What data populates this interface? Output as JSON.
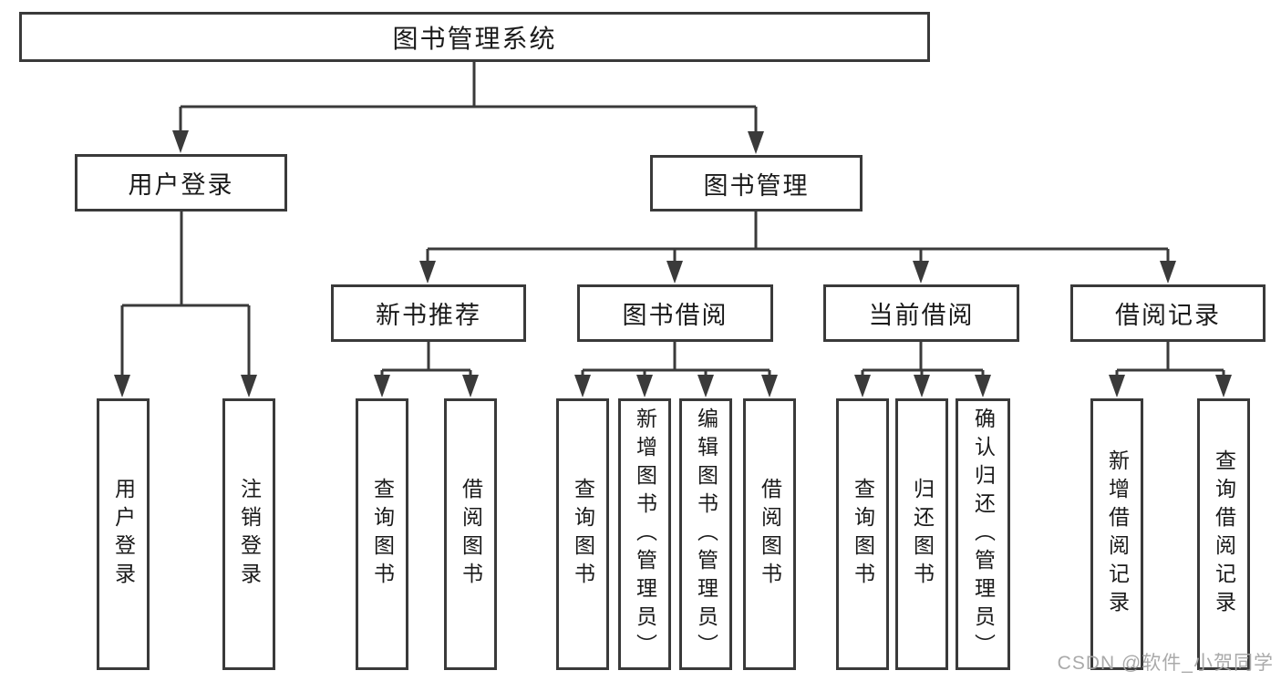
{
  "diagram": {
    "root": {
      "label": "图书管理系统"
    },
    "branches": [
      {
        "label": "用户登录",
        "children": [
          {
            "label": "用户登录"
          },
          {
            "label": "注销登录"
          }
        ]
      },
      {
        "label": "图书管理",
        "children": [
          {
            "label": "新书推荐",
            "children": [
              {
                "label": "查询图书"
              },
              {
                "label": "借阅图书"
              }
            ]
          },
          {
            "label": "图书借阅",
            "children": [
              {
                "label": "查询图书"
              },
              {
                "label": "新增图书（管理员）"
              },
              {
                "label": "编辑图书（管理员）"
              },
              {
                "label": "借阅图书"
              }
            ]
          },
          {
            "label": "当前借阅",
            "children": [
              {
                "label": "查询图书"
              },
              {
                "label": "归还图书"
              },
              {
                "label": "确认归还（管理员）"
              }
            ]
          },
          {
            "label": "借阅记录",
            "children": [
              {
                "label": "新增借阅记录"
              },
              {
                "label": "查询借阅记录"
              }
            ]
          }
        ]
      }
    ]
  },
  "watermark": {
    "text": "CSDN @软件_小贺同学"
  },
  "colors": {
    "line": "#3a3a3a",
    "text": "#1a1a1a",
    "watermark": "#a5a5a5",
    "background": "#ffffff"
  }
}
